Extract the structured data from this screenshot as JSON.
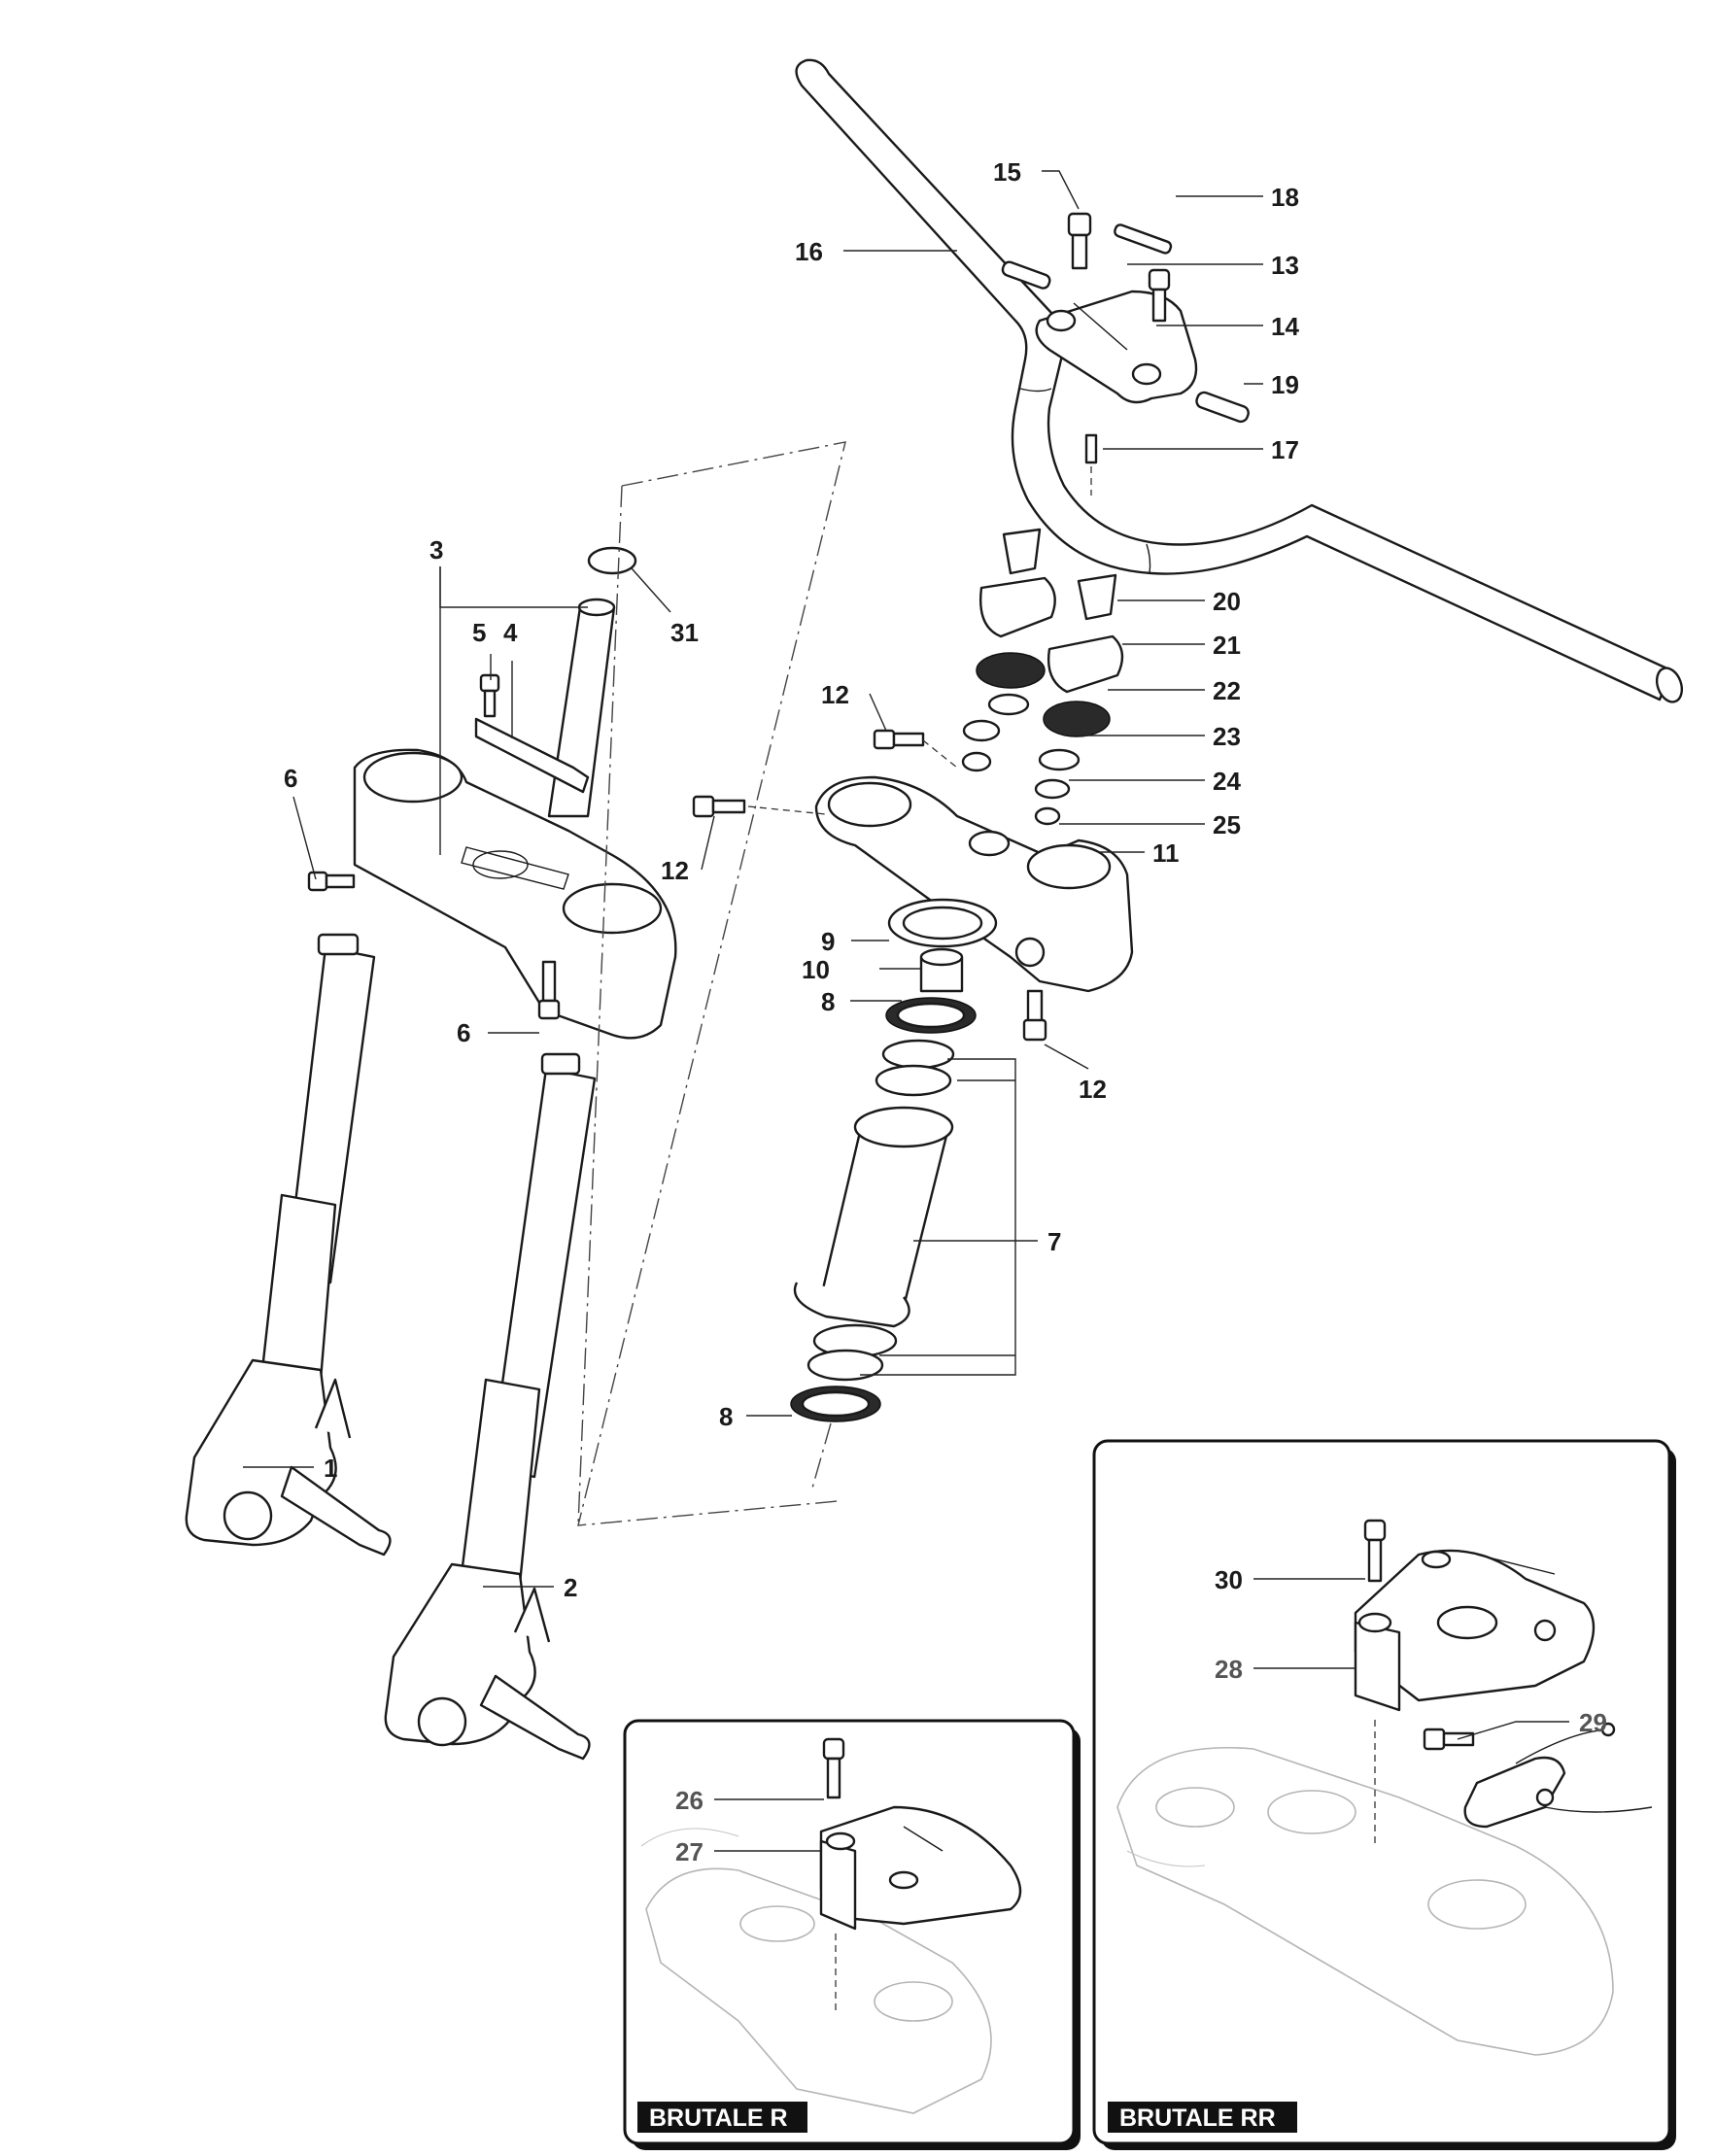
{
  "callouts": {
    "c1": "1",
    "c2": "2",
    "c3": "3",
    "c4": "4",
    "c5": "5",
    "c6a": "6",
    "c6b": "6",
    "c7": "7",
    "c8a": "8",
    "c8b": "8",
    "c9": "9",
    "c10": "10",
    "c11": "11",
    "c12a": "12",
    "c12b": "12",
    "c12c": "12",
    "c13": "13",
    "c14": "14",
    "c15": "15",
    "c16": "16",
    "c17": "17",
    "c18": "18",
    "c19": "19",
    "c20": "20",
    "c21": "21",
    "c22": "22",
    "c23": "23",
    "c24": "24",
    "c25": "25",
    "c26": "26",
    "c27": "27",
    "c28": "28",
    "c29": "29",
    "c30": "30",
    "c31": "31"
  },
  "insets": {
    "left_tag": "BRUTALE R",
    "right_tag": "BRUTALE RR"
  }
}
